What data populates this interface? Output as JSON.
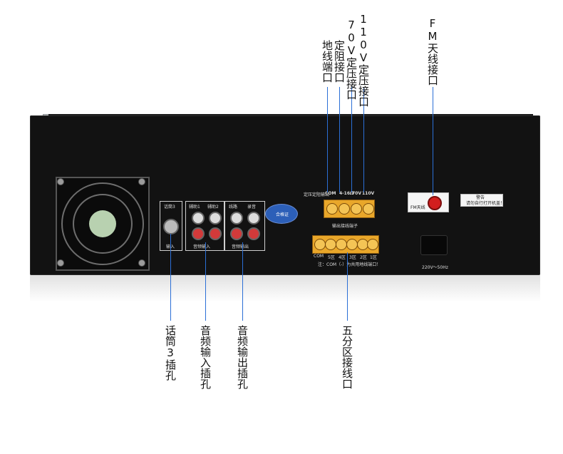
{
  "labels": {
    "v110": "110V定压接口",
    "v70": "70V定压接口",
    "ohm": "定阻接口",
    "ground": "地线端口",
    "fm": "FM天线接口",
    "mic3": "话筒3插孔",
    "audio_in": "音频输入插孔",
    "audio_out": "音频输出插孔",
    "five_zone": "五分区接线口"
  },
  "panel_text": {
    "mic3_label": "话筒3",
    "mic3_input": "输入",
    "aux1": "辅助1",
    "aux2": "辅助2",
    "audio_input": "音频输入",
    "line": "线路",
    "record": "录音",
    "audio_output": "音频输出",
    "badge": "合格证",
    "top_term_title": "定压定阻输出",
    "top_term_com": "COM",
    "top_term_ohm": "4-16Ω",
    "top_term_70": "70V",
    "top_term_110": "110V",
    "zone_title": "输出接线端子",
    "zone_com": "COM",
    "zone_1": "1区",
    "zone_2": "2区",
    "zone_3": "3区",
    "zone_4": "4区",
    "zone_5": "5区",
    "note": "注：COM（-）为共用地线端口！",
    "fm_label": "FM天线",
    "warning": "警告",
    "warning_text": "请勿自行打开机盖！",
    "power": "220V～50Hz"
  },
  "colors": {
    "leader": "#2b6fd6",
    "panel": "#121212",
    "terminal": "#e9a72a",
    "antenna": "#d21e1e"
  }
}
